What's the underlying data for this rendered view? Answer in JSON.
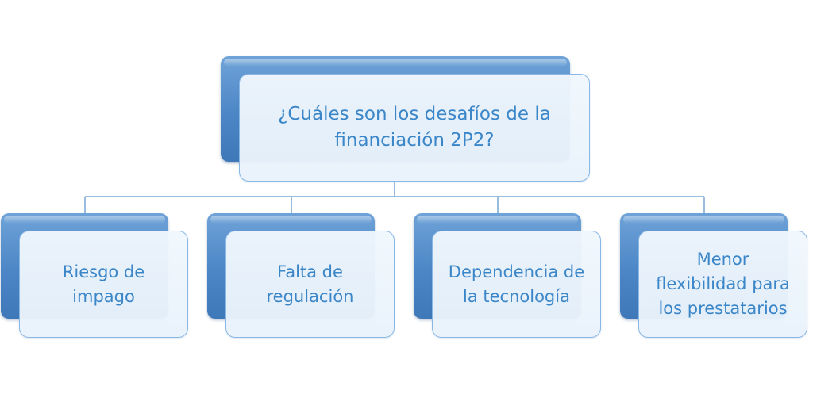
{
  "diagram": {
    "root": {
      "label": "¿Cuáles son los desafíos de la\nfinanciación 2P2?"
    },
    "children": [
      {
        "label": "Riesgo de\nimpago"
      },
      {
        "label": "Falta de\nregulación"
      },
      {
        "label": "Dependencia de\nla tecnología"
      },
      {
        "label": "Menor\nflexibilidad para\nlos prestatarios"
      }
    ],
    "colors": {
      "box_back": "#4c86c6",
      "box_front": "#eaf3fb",
      "box_border": "#8ab8e6",
      "text": "#3a86c8",
      "connector": "#79a6d2"
    }
  }
}
